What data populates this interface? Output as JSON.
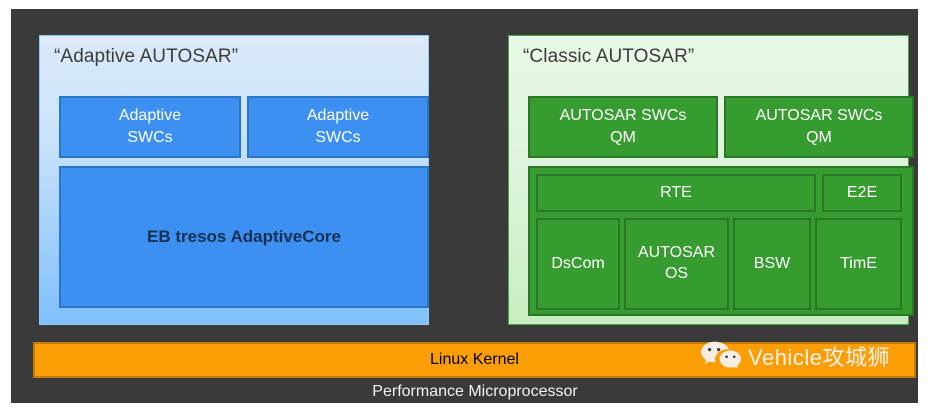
{
  "diagram": {
    "background_color": "#3a3a3a",
    "adaptive": {
      "title": "“Adaptive AUTOSAR”",
      "accent_color": "#3b90f2",
      "boxes": [
        {
          "label": "Adaptive\nSWCs"
        },
        {
          "label": "Adaptive\nSWCs"
        }
      ],
      "core": {
        "label": "EB tresos AdaptiveCore"
      }
    },
    "classic": {
      "title": "“Classic AUTOSAR”",
      "accent_color": "#379c30",
      "swc_boxes": [
        {
          "label": "AUTOSAR SWCs\nQM"
        },
        {
          "label": "AUTOSAR SWCs\nQM"
        }
      ],
      "stack": {
        "row1": [
          {
            "label": "RTE"
          },
          {
            "label": "E2E"
          }
        ],
        "row2": [
          {
            "label": "DsCom"
          },
          {
            "label": "AUTOSAR\nOS"
          },
          {
            "label": "BSW"
          },
          {
            "label": "TimE"
          }
        ]
      }
    },
    "kernel": {
      "label": "Linux Kernel",
      "color": "#fb9e05"
    },
    "hardware": {
      "label": "Performance Microprocessor"
    },
    "watermark": {
      "icon": "wechat-icon",
      "text": "Vehicle攻城狮"
    }
  }
}
